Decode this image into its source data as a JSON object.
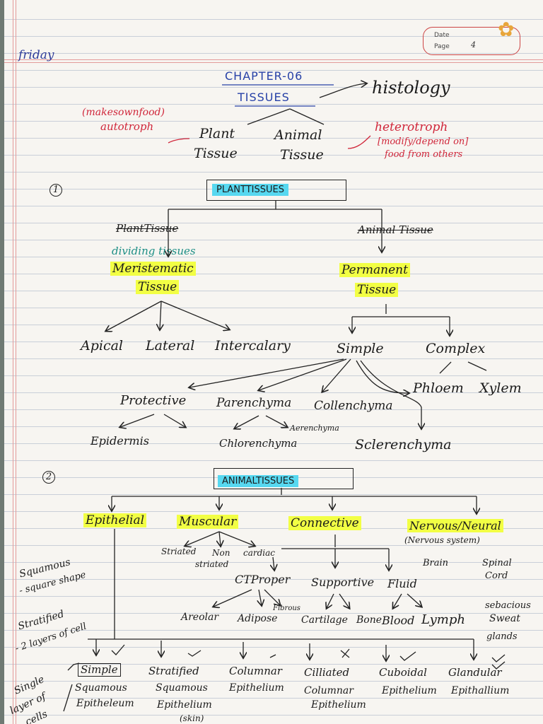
{
  "header": {
    "day": "friday",
    "date_label": "Date",
    "page_label": "Page",
    "page_number": "4"
  },
  "title": {
    "chapter": "CHAPTER-06",
    "tissues": "TISSUES",
    "histology": "histology"
  },
  "intro": {
    "makes_own_food": "(makesownfood)",
    "autotroph": "autotroph",
    "plant": "Plant",
    "plant_tissue": "Tissue",
    "animal": "Animal",
    "animal_tissue": "Tissue",
    "heterotroph": "heterotroph",
    "modify_depend": "[modify/depend on]",
    "food_from_others": "food from others"
  },
  "plant_section": {
    "number": "1",
    "heading": "PLANTTISSUES",
    "struck_left": "PlantTissue",
    "struck_right": "Animal Tissue",
    "dividing": "dividing tissues",
    "meristematic": "Meristematic",
    "meristematic_tissue": "Tissue",
    "permanent": "Permanent",
    "permanent_tissue": "Tissue",
    "apical": "Apical",
    "lateral": "Lateral",
    "intercalary": "Intercalary",
    "simple": "Simple",
    "complex": "Complex",
    "phloem": "Phloem",
    "xylem": "Xylem",
    "protective": "Protective",
    "parenchyma": "Parenchyma",
    "collenchyma": "Collenchyma",
    "epidermis": "Epidermis",
    "chlorenchyma": "Chlorenchyma",
    "aerenchyma": "Aerenchyma",
    "sclerenchyma": "Sclerenchyma"
  },
  "animal_section": {
    "number": "2",
    "heading": "ANIMALTISSUES",
    "epithelial": "Epithelial",
    "muscular": "Muscular",
    "connective": "Connective",
    "nervous": "Nervous/Neural",
    "nervous_system": "(Nervous system)",
    "brain": "Brain",
    "spinal": "Spinal",
    "cord": "Cord",
    "striated": "Striated",
    "non": "Non",
    "non_striated": "striated",
    "cardiac": "cardiac",
    "ct_proper": "CTProper",
    "supportive": "Supportive",
    "fluid": "Fluid",
    "fibrous": "Fibrous",
    "areolar": "Areolar",
    "adipose": "Adipose",
    "cartilage": "Cartilage",
    "bone": "Bone",
    "blood": "Blood",
    "lymph": "Lymph",
    "sebacious": "sebacious",
    "sweat": "Sweat",
    "glands": "glands",
    "squamous_note": "Squamous",
    "square_shape": "- square shape",
    "stratified_note": "Stratified",
    "two_layers": "- 2 layers of cell",
    "single": "Single",
    "layer_of": "layer of",
    "cells": "cells"
  },
  "epithelia": [
    {
      "line1": "Simple",
      "line2": "Squamous",
      "line3": "Epitheleum"
    },
    {
      "line1": "Stratified",
      "line2": "Squamous",
      "line3": "Epithelium",
      "line4": "(skin)"
    },
    {
      "line1": "Columnar",
      "line2": "Epithelium"
    },
    {
      "line1": "Cilliated",
      "line2": "Columnar",
      "line3": "Epithelium"
    },
    {
      "line1": "Cuboidal",
      "line2": "Epithelium"
    },
    {
      "line1": "Glandular",
      "line2": "Epithallium"
    }
  ],
  "colors": {
    "highlight_yellow": "#f2ff44",
    "highlight_blue": "#57d8f0",
    "red_ink": "#d0263a",
    "teal_ink": "#1e8f86"
  }
}
